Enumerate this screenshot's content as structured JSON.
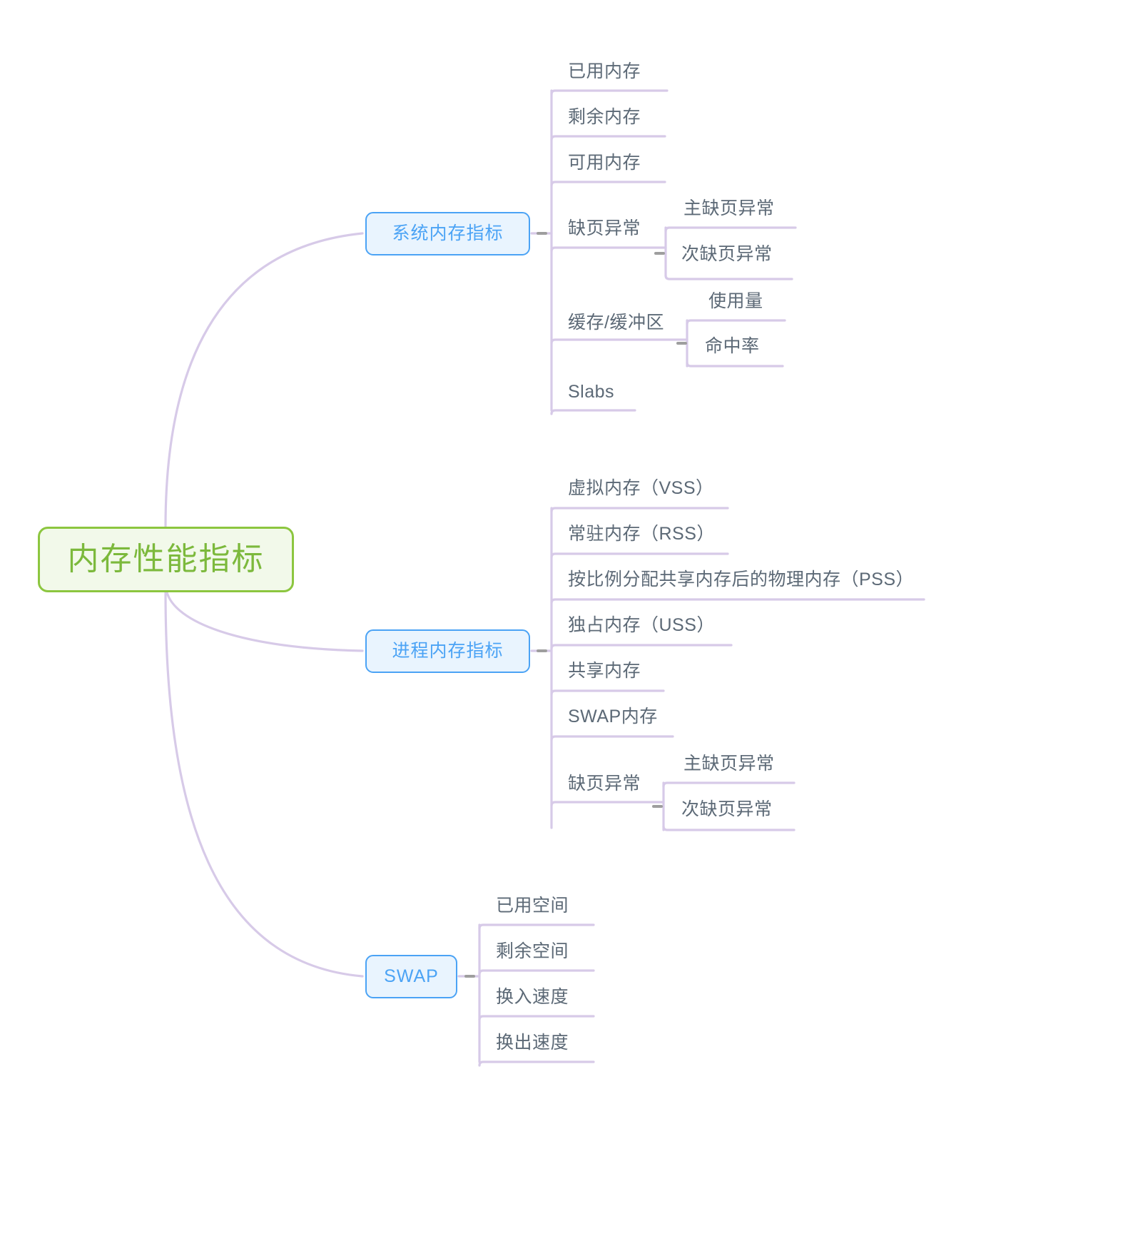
{
  "diagram": {
    "type": "mindmap",
    "title": "内存性能指标",
    "colors": {
      "root_border": "#8CC63F",
      "root_fill": "#F2F9EA",
      "root_text": "#7CB93C",
      "branch_border": "#4BA3F5",
      "branch_fill": "#E9F4FE",
      "branch_text": "#4BA3F5",
      "connector": "#D7CAE8",
      "leaf_text": "#5C6976",
      "background": "#FFFFFF"
    }
  },
  "root": {
    "label": "内存性能指标"
  },
  "branches": [
    {
      "label": "系统内存指标",
      "children": [
        {
          "label": "已用内存"
        },
        {
          "label": "剩余内存"
        },
        {
          "label": "可用内存"
        },
        {
          "label": "缺页异常",
          "children": [
            {
              "label": "主缺页异常"
            },
            {
              "label": "次缺页异常"
            }
          ]
        },
        {
          "label": "缓存/缓冲区",
          "children": [
            {
              "label": "使用量"
            },
            {
              "label": "命中率"
            }
          ]
        },
        {
          "label": "Slabs"
        }
      ]
    },
    {
      "label": "进程内存指标",
      "children": [
        {
          "label": "虚拟内存（VSS）"
        },
        {
          "label": "常驻内存（RSS）"
        },
        {
          "label": "按比例分配共享内存后的物理内存（PSS）"
        },
        {
          "label": "独占内存（USS）"
        },
        {
          "label": "共享内存"
        },
        {
          "label": "SWAP内存"
        },
        {
          "label": "缺页异常",
          "children": [
            {
              "label": "主缺页异常"
            },
            {
              "label": "次缺页异常"
            }
          ]
        }
      ]
    },
    {
      "label": "SWAP",
      "children": [
        {
          "label": "已用空间"
        },
        {
          "label": "剩余空间"
        },
        {
          "label": "换入速度"
        },
        {
          "label": "换出速度"
        }
      ]
    }
  ]
}
